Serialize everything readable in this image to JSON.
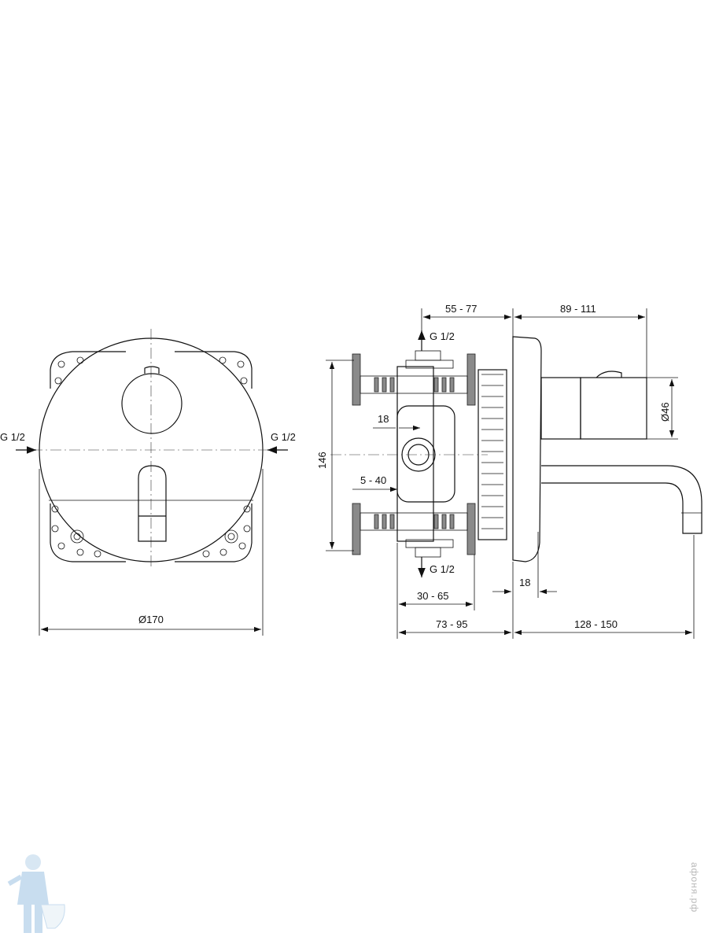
{
  "front_view": {
    "inlet_left": "G 1/2",
    "inlet_right": "G 1/2",
    "diameter": "Ø170"
  },
  "side_view": {
    "dim_top_left": "55 - 77",
    "dim_top_right": "89 - 111",
    "outlet_top": "G 1/2",
    "outlet_bottom": "G 1/2",
    "dim_18_left": "18",
    "dim_146": "146",
    "dim_5_40": "5 - 40",
    "dim_46": "Ø46",
    "dim_18_right": "18",
    "dim_30_65": "30 - 65",
    "dim_73_95": "73 - 95",
    "dim_128_150": "128 - 150"
  },
  "watermark": "афоня.рф",
  "logo": "plumber-mascot"
}
